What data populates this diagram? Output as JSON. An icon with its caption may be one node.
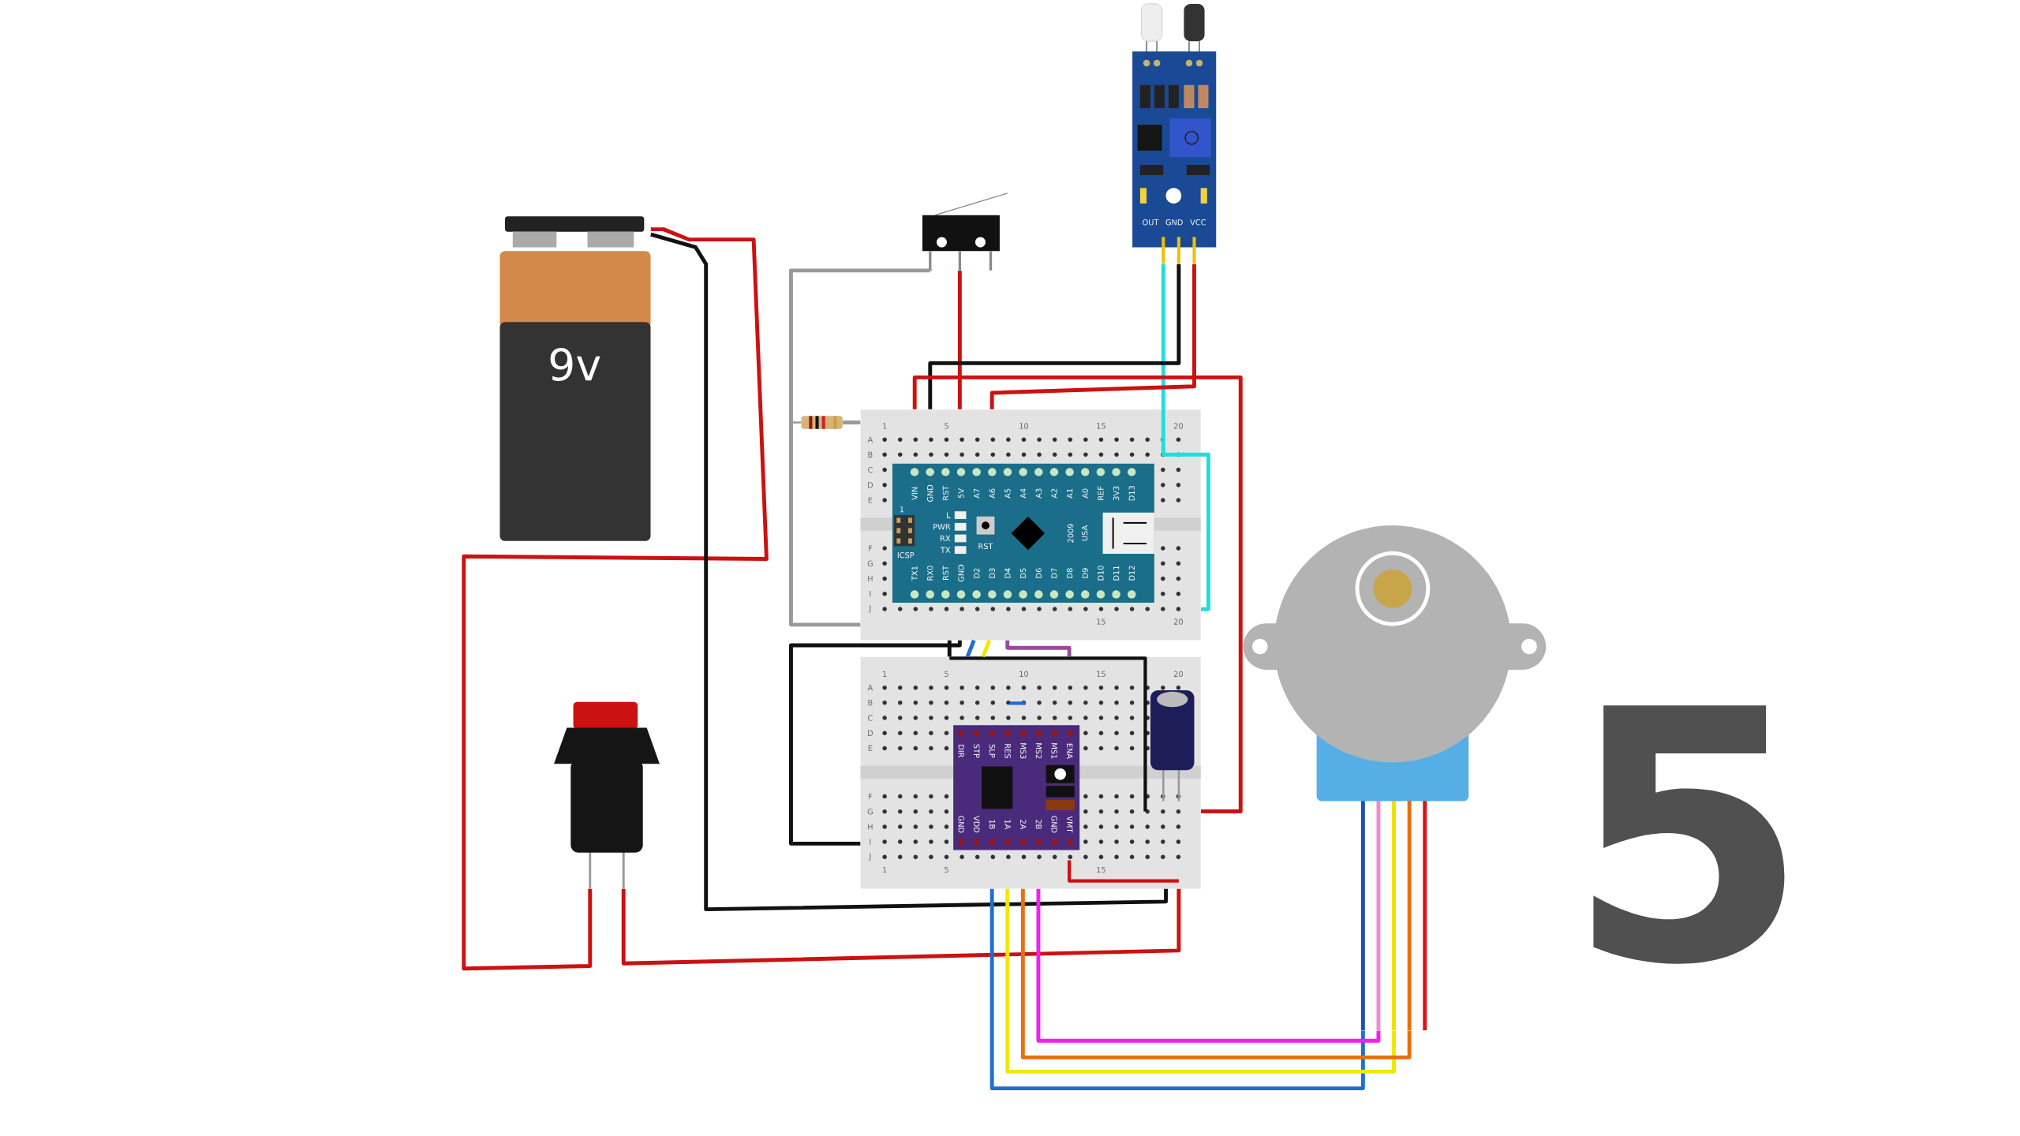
{
  "diagram": {
    "nodes": [
      {
        "text": [
          "OUT",
          "GND",
          "VCC"
        ]
      },
      {
        "text": [],
        "shape": "picture"
      },
      {
        "text": [
          "9v"
        ]
      },
      {
        "text": [],
        "shape": "picture"
      },
      {
        "text": [
          "1",
          "5",
          "10",
          "15",
          "20",
          "A",
          "B",
          "C",
          "D",
          "E",
          "F",
          "G",
          "H",
          "I",
          "J",
          "15",
          "20"
        ]
      },
      {
        "text": [
          "VIN",
          "GND",
          "RST",
          "5V",
          "A7",
          "A6",
          "A5",
          "A4",
          "A3",
          "A2",
          "A1",
          "A0",
          "REF",
          "3V3",
          "D13",
          "TX1",
          "RX0",
          "RST",
          "GND",
          "D2",
          "D3",
          "D4",
          "D5",
          "D6",
          "D7",
          "D8",
          "D9",
          "D10",
          "D11",
          "D12",
          "L",
          "PWR",
          "RX",
          "TX",
          "RST",
          "ICSP",
          "1",
          "2009",
          "USA"
        ],
        "in": 4
      },
      {
        "text": [
          "1",
          "5",
          "10",
          "15",
          "20",
          "A",
          "B",
          "C",
          "D",
          "E",
          "F",
          "G",
          "H",
          "I",
          "J",
          "1",
          "5",
          "15"
        ]
      },
      {
        "text": [],
        "shape": "picture",
        "in": 6
      },
      {
        "text": [
          "DIR",
          "STP",
          "SLP",
          "RES",
          "MS3",
          "MS2",
          "MS1",
          "ENA",
          "GND",
          "VDD",
          "1B",
          "1A",
          "2A",
          "2B",
          "GND",
          "VMT"
        ],
        "in": 6
      },
      {
        "text": [],
        "shape": "picture"
      },
      {
        "text": [],
        "shape": "picture"
      }
    ],
    "edges": [
      {
        "from": 2,
        "to": 9,
        "arrow": "none"
      },
      {
        "from": 2,
        "to": 6,
        "arrow": "none",
        "color": "#111111"
      },
      {
        "from": 9,
        "to": 6,
        "arrow": "none"
      },
      {
        "from": 1,
        "to": 4,
        "arrow": "none",
        "color": "#999999"
      },
      {
        "from": 1,
        "to": 4,
        "arrow": "none"
      },
      {
        "from": 3,
        "to": 4,
        "arrow": "none",
        "color": "#999999"
      },
      {
        "from": 0,
        "to": 4,
        "arrow": "none",
        "color": "#22dddd"
      },
      {
        "from": 0,
        "to": 4,
        "arrow": "none",
        "color": "#111111"
      },
      {
        "from": 0,
        "to": 4,
        "arrow": "none"
      },
      {
        "from": 6,
        "to": 4,
        "arrow": "none"
      },
      {
        "from": 4,
        "to": 6,
        "arrow": "none",
        "color": "#1f6fd0"
      },
      {
        "from": 4,
        "to": 6,
        "arrow": "none",
        "color": "#f0e800"
      },
      {
        "from": 4,
        "to": 6,
        "arrow": "none",
        "color": "#9b4a9b"
      },
      {
        "from": 4,
        "to": 6,
        "arrow": "none",
        "color": "#111111"
      },
      {
        "from": 4,
        "to": 6,
        "arrow": "none",
        "color": "#111111"
      },
      {
        "from": 6,
        "to": 10,
        "arrow": "none",
        "color": "#1f6fd0"
      },
      {
        "from": 6,
        "to": 10,
        "arrow": "none",
        "color": "#f0e800"
      },
      {
        "from": 6,
        "to": 10,
        "arrow": "none",
        "color": "#e8700a"
      },
      {
        "from": 6,
        "to": 10,
        "arrow": "none",
        "color": "#ee22ee"
      }
    ],
    "labels": [
      "5"
    ]
  }
}
